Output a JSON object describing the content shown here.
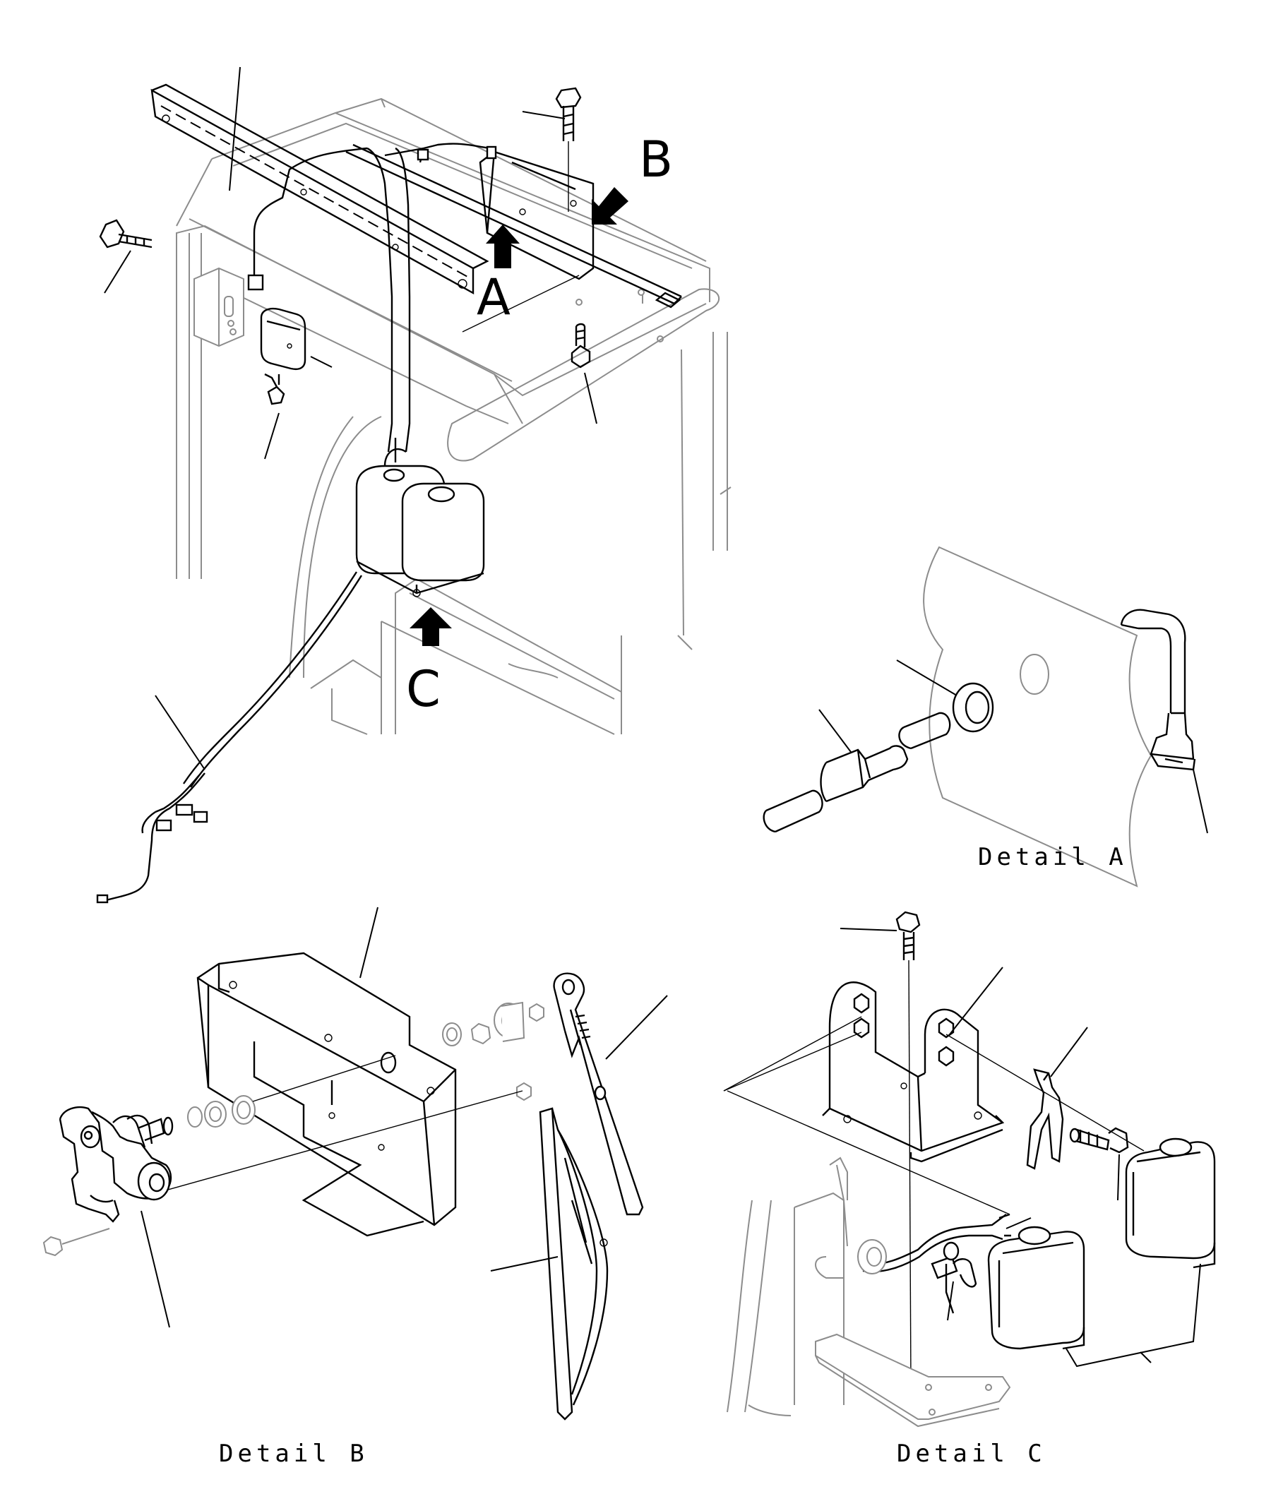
{
  "callouts": {
    "a": "A",
    "b": "B",
    "c": "C"
  },
  "captions": {
    "detail_a": "Detail A",
    "detail_b": "Detail B",
    "detail_c": "Detail C"
  }
}
